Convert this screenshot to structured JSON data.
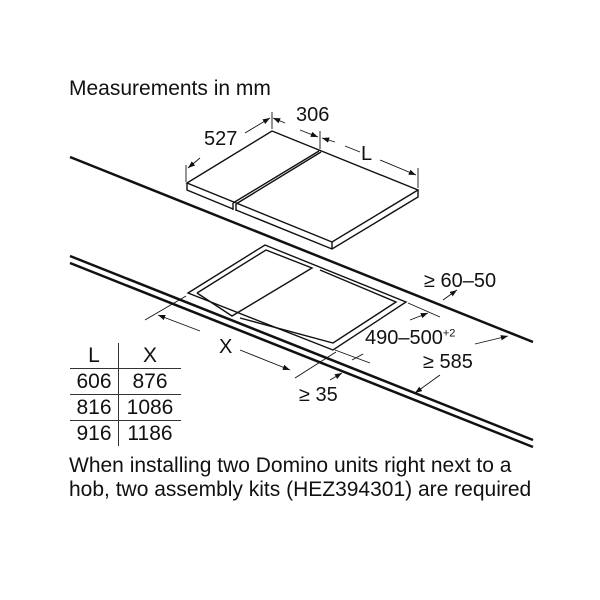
{
  "title": "Measurements in mm",
  "dimensions": {
    "depth": "527",
    "unit_width": "306",
    "length": "L",
    "front_clearance": "≥ 60–50",
    "cutout_depth": "490–500",
    "cutout_depth_tolerance": "+2",
    "cutout_width": "X",
    "counter_depth": "≥ 585",
    "side_clearance": "≥ 35"
  },
  "table": {
    "headers": [
      "L",
      "X"
    ],
    "rows": [
      [
        "606",
        "876"
      ],
      [
        "816",
        "1086"
      ],
      [
        "916",
        "1186"
      ]
    ]
  },
  "note": "When installing two Domino units right next to a hob, two assembly kits (HEZ394301) are required"
}
